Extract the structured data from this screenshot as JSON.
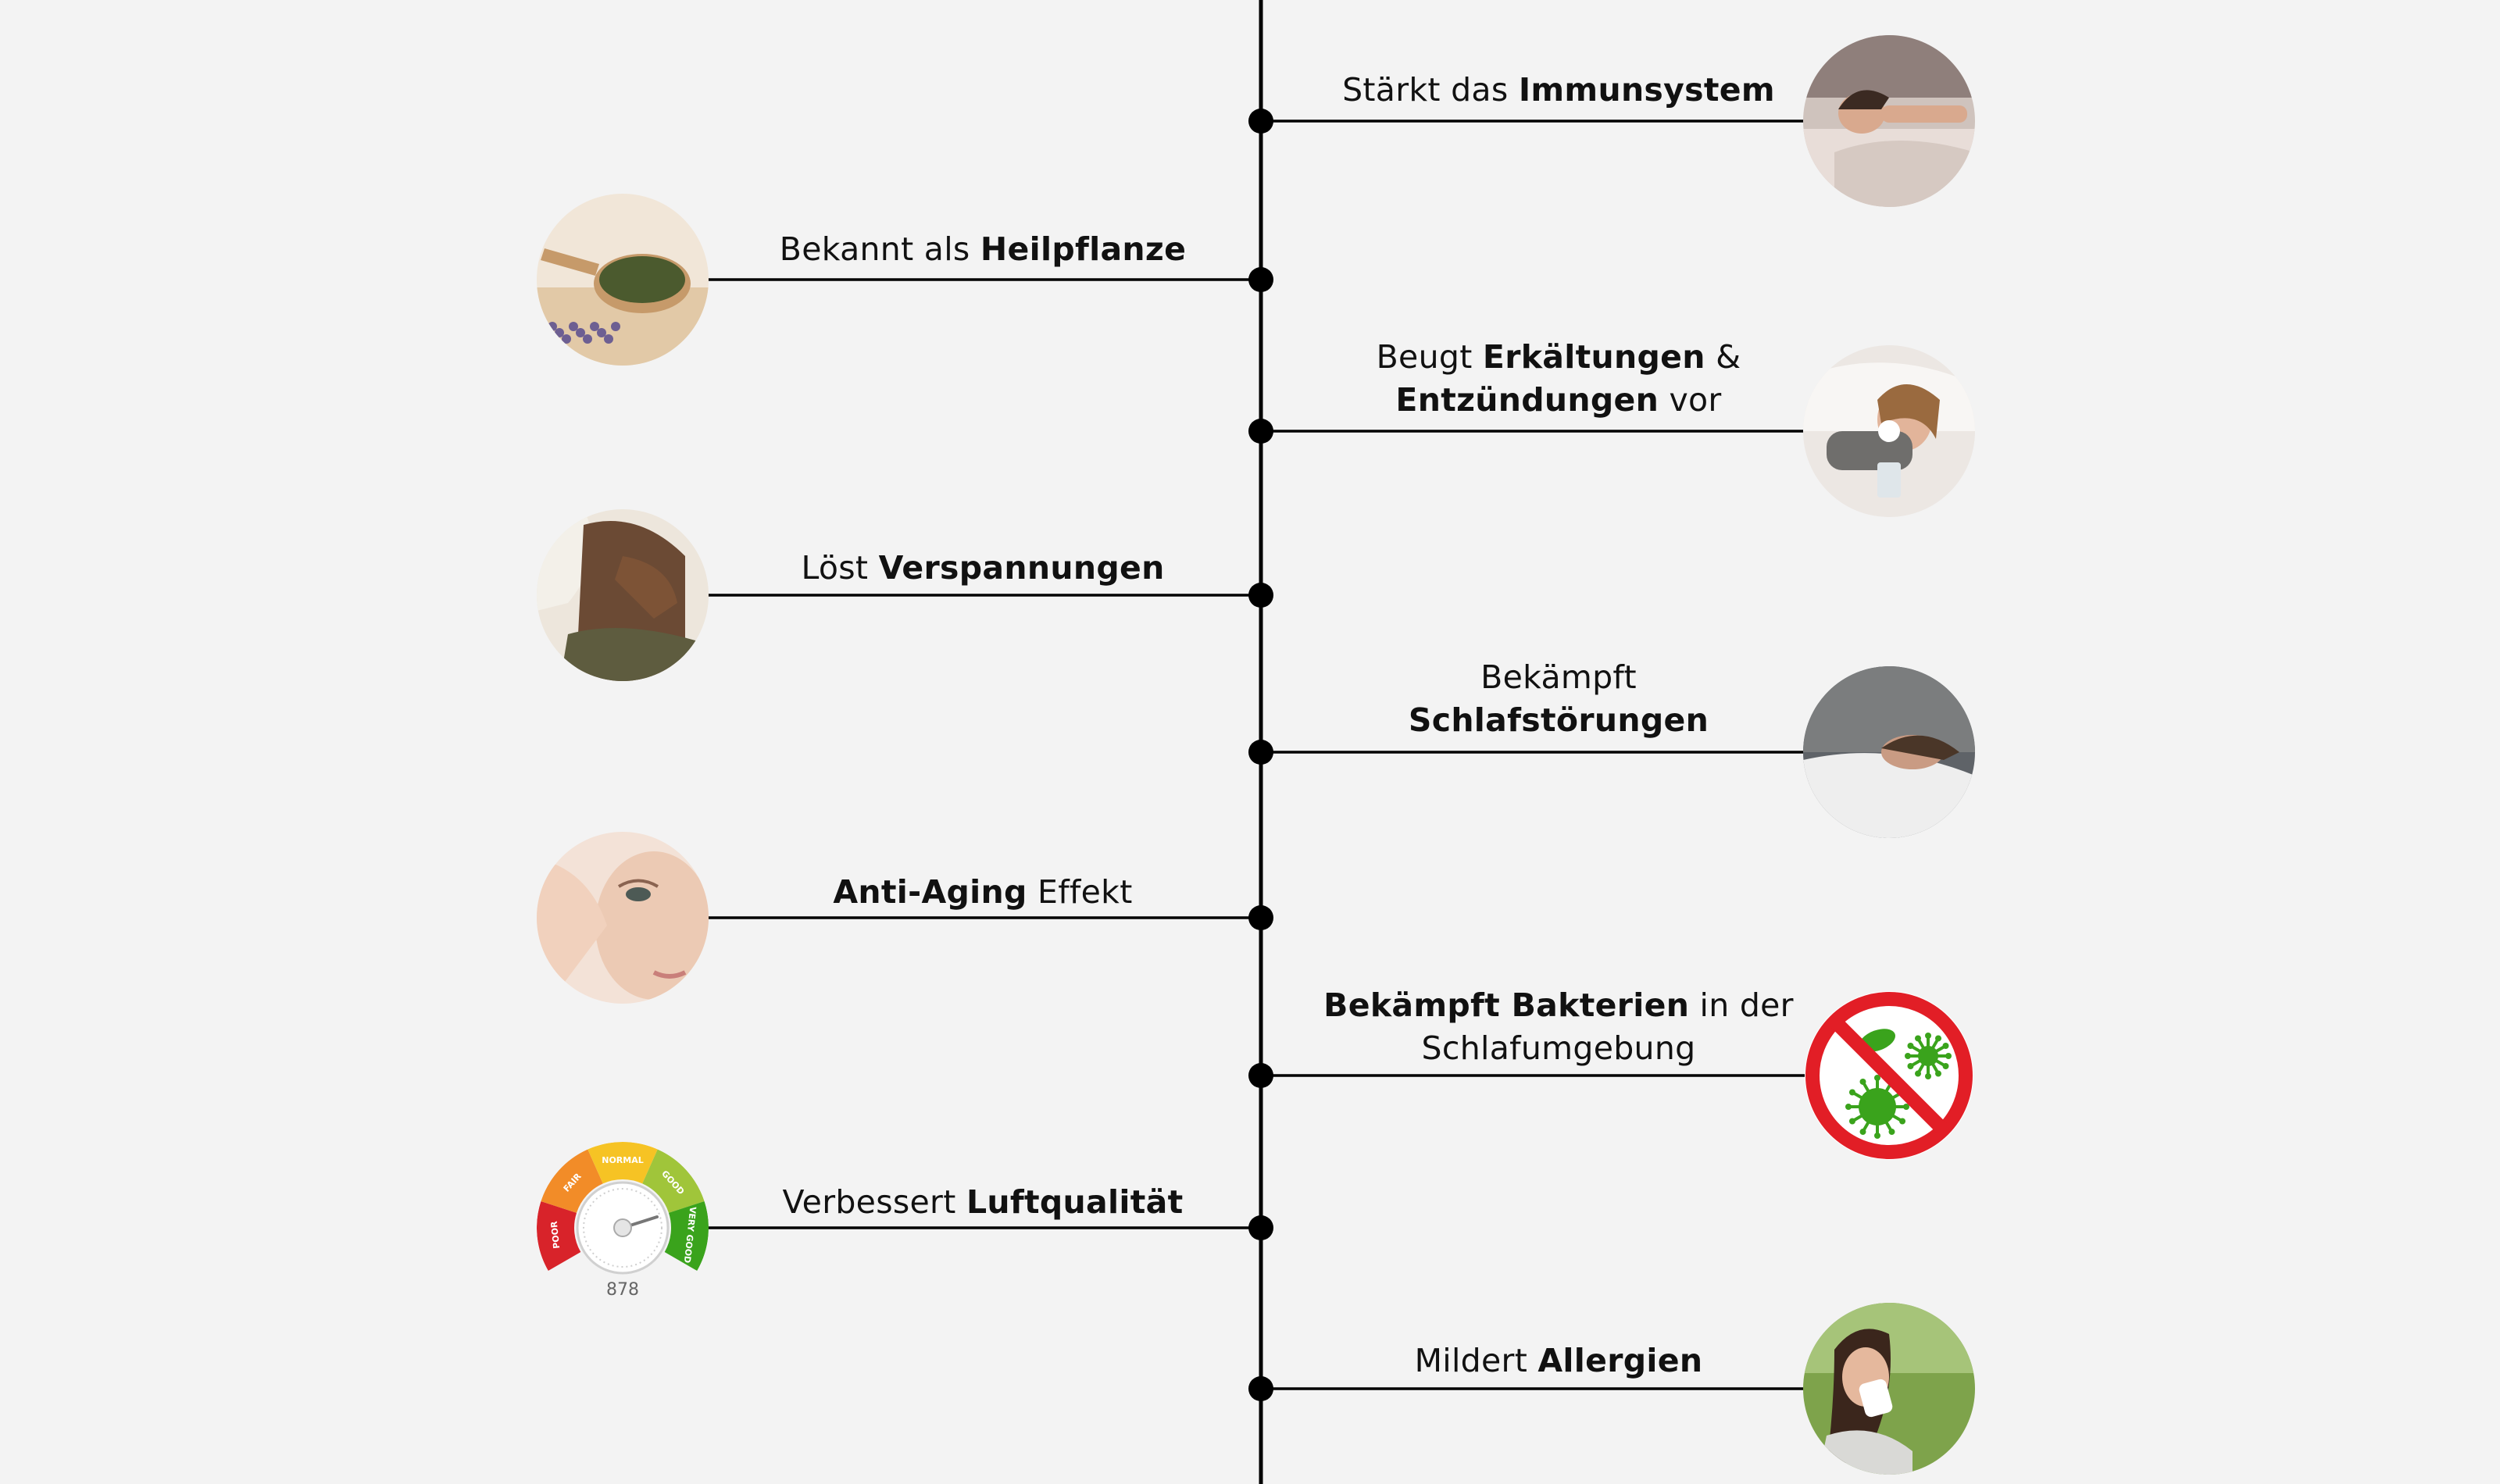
{
  "items": [
    {
      "side": "right",
      "parts": [
        {
          "text": "Stärkt das "
        },
        {
          "text": "Immunsystem",
          "bold": true
        }
      ],
      "icon": "sleeping-woman-photo"
    },
    {
      "side": "left",
      "parts": [
        {
          "text": "Bekannt als "
        },
        {
          "text": "Heilpflanze",
          "bold": true
        }
      ],
      "icon": "lavender-scoop-photo"
    },
    {
      "side": "right",
      "parts": [
        {
          "text": "Beugt "
        },
        {
          "text": "Erkältungen",
          "bold": true
        },
        {
          "text": " &"
        },
        {
          "br": true
        },
        {
          "text": "Entzündungen",
          "bold": true
        },
        {
          "text": " vor"
        }
      ],
      "icon": "sick-woman-photo"
    },
    {
      "side": "left",
      "parts": [
        {
          "text": "Löst "
        },
        {
          "text": "Verspannungen",
          "bold": true
        }
      ],
      "icon": "neck-massage-photo"
    },
    {
      "side": "right",
      "parts": [
        {
          "text": "Bekämpft"
        },
        {
          "br": true
        },
        {
          "text": "Schlafstörungen",
          "bold": true
        }
      ],
      "icon": "woman-pillow-photo"
    },
    {
      "side": "left",
      "parts": [
        {
          "text": "Anti-Aging",
          "bold": true
        },
        {
          "text": " Effekt"
        }
      ],
      "icon": "face-skin-photo"
    },
    {
      "side": "right",
      "parts": [
        {
          "text": "Bekämpft Bakterien",
          "bold": true
        },
        {
          "text": " in der"
        },
        {
          "br": true
        },
        {
          "text": "Schlafumgebung"
        }
      ],
      "icon": "no-bacteria-icon"
    },
    {
      "side": "left",
      "parts": [
        {
          "text": "Verbessert "
        },
        {
          "text": "Luftqualität",
          "bold": true
        }
      ],
      "icon": "air-quality-gauge-icon"
    },
    {
      "side": "right",
      "parts": [
        {
          "text": "Mildert "
        },
        {
          "text": "Allergien",
          "bold": true
        }
      ],
      "icon": "allergy-woman-photo"
    }
  ],
  "gauge": {
    "labels": [
      "POOR",
      "FAIR",
      "NORMAL",
      "GOOD",
      "VERY GOOD"
    ],
    "value": "878"
  },
  "colors": {
    "line": "#000000",
    "background": "#f3f3f3",
    "bacteria_green": "#3aa31c",
    "prohibition_red": "#e21e26"
  }
}
